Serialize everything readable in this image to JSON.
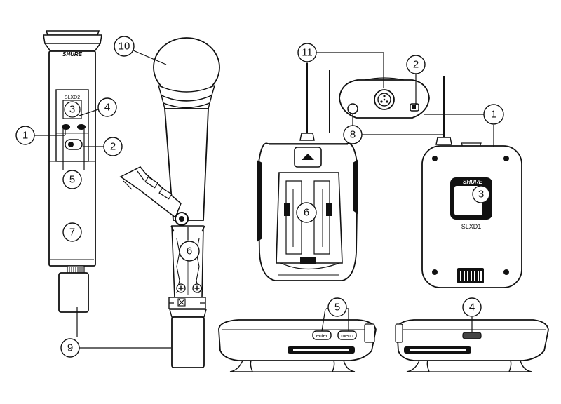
{
  "handheld": {
    "brand": "SHURE",
    "model": "SLXD2"
  },
  "bodypack": {
    "brand": "SHURE",
    "model": "SLXD1"
  },
  "buttons": {
    "enter": "enter",
    "menu": "menu"
  },
  "callouts": {
    "c1a": "1",
    "c2a": "2",
    "c3a": "3",
    "c4a": "4",
    "c5a": "5",
    "c6a": "6",
    "c7": "7",
    "c9": "9",
    "c10": "10",
    "c11": "11",
    "c2b": "2",
    "c8": "8",
    "c1b": "1",
    "c6b": "6",
    "c3b": "3",
    "c5b": "5",
    "c4b": "4"
  }
}
